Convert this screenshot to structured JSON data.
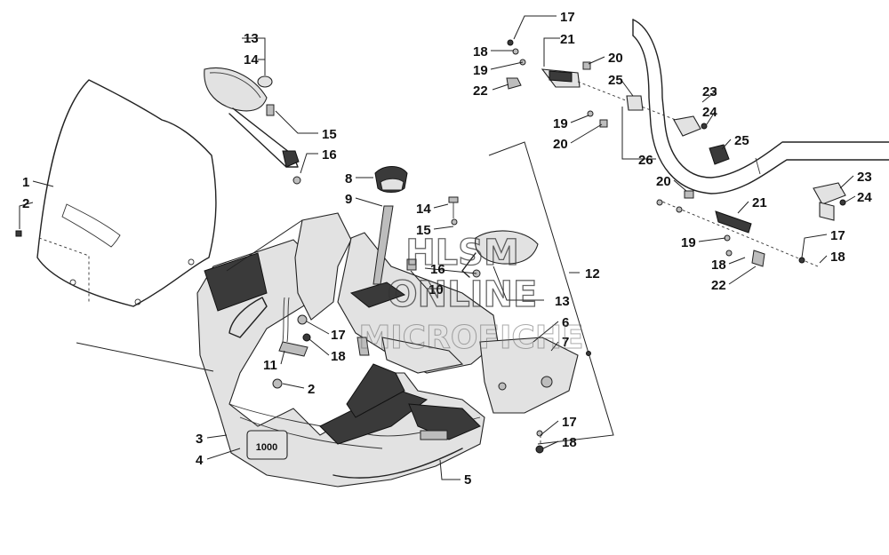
{
  "diagram": {
    "callouts": [
      {
        "id": "c1",
        "label": "1"
      },
      {
        "id": "c2a",
        "label": "2"
      },
      {
        "id": "c2b",
        "label": "2"
      },
      {
        "id": "c3",
        "label": "3"
      },
      {
        "id": "c4",
        "label": "4"
      },
      {
        "id": "c5",
        "label": "5"
      },
      {
        "id": "c6",
        "label": "6"
      },
      {
        "id": "c7",
        "label": "7"
      },
      {
        "id": "c8",
        "label": "8"
      },
      {
        "id": "c9",
        "label": "9"
      },
      {
        "id": "c10",
        "label": "10"
      },
      {
        "id": "c11",
        "label": "11"
      },
      {
        "id": "c12",
        "label": "12"
      },
      {
        "id": "c13a",
        "label": "13"
      },
      {
        "id": "c13b",
        "label": "13"
      },
      {
        "id": "c14a",
        "label": "14"
      },
      {
        "id": "c14b",
        "label": "14"
      },
      {
        "id": "c15a",
        "label": "15"
      },
      {
        "id": "c15b",
        "label": "15"
      },
      {
        "id": "c16a",
        "label": "16"
      },
      {
        "id": "c16b",
        "label": "16"
      },
      {
        "id": "c17a",
        "label": "17"
      },
      {
        "id": "c17b",
        "label": "17"
      },
      {
        "id": "c17c",
        "label": "17"
      },
      {
        "id": "c17d",
        "label": "17"
      },
      {
        "id": "c18a",
        "label": "18"
      },
      {
        "id": "c18b",
        "label": "18"
      },
      {
        "id": "c18c",
        "label": "18"
      },
      {
        "id": "c18d",
        "label": "18"
      },
      {
        "id": "c18e",
        "label": "18"
      },
      {
        "id": "c19a",
        "label": "19"
      },
      {
        "id": "c19b",
        "label": "19"
      },
      {
        "id": "c19c",
        "label": "19"
      },
      {
        "id": "c20a",
        "label": "20"
      },
      {
        "id": "c20b",
        "label": "20"
      },
      {
        "id": "c20c",
        "label": "20"
      },
      {
        "id": "c21a",
        "label": "21"
      },
      {
        "id": "c21b",
        "label": "21"
      },
      {
        "id": "c22a",
        "label": "22"
      },
      {
        "id": "c22b",
        "label": "22"
      },
      {
        "id": "c23a",
        "label": "23"
      },
      {
        "id": "c23b",
        "label": "23"
      },
      {
        "id": "c24a",
        "label": "24"
      },
      {
        "id": "c24b",
        "label": "24"
      },
      {
        "id": "c25a",
        "label": "25"
      },
      {
        "id": "c25b",
        "label": "25"
      },
      {
        "id": "c26",
        "label": "26"
      }
    ],
    "badge_text": "1000",
    "watermark": {
      "line1": "HLSM",
      "line2": "ONLINE",
      "line3": "MICROFICHE"
    }
  }
}
